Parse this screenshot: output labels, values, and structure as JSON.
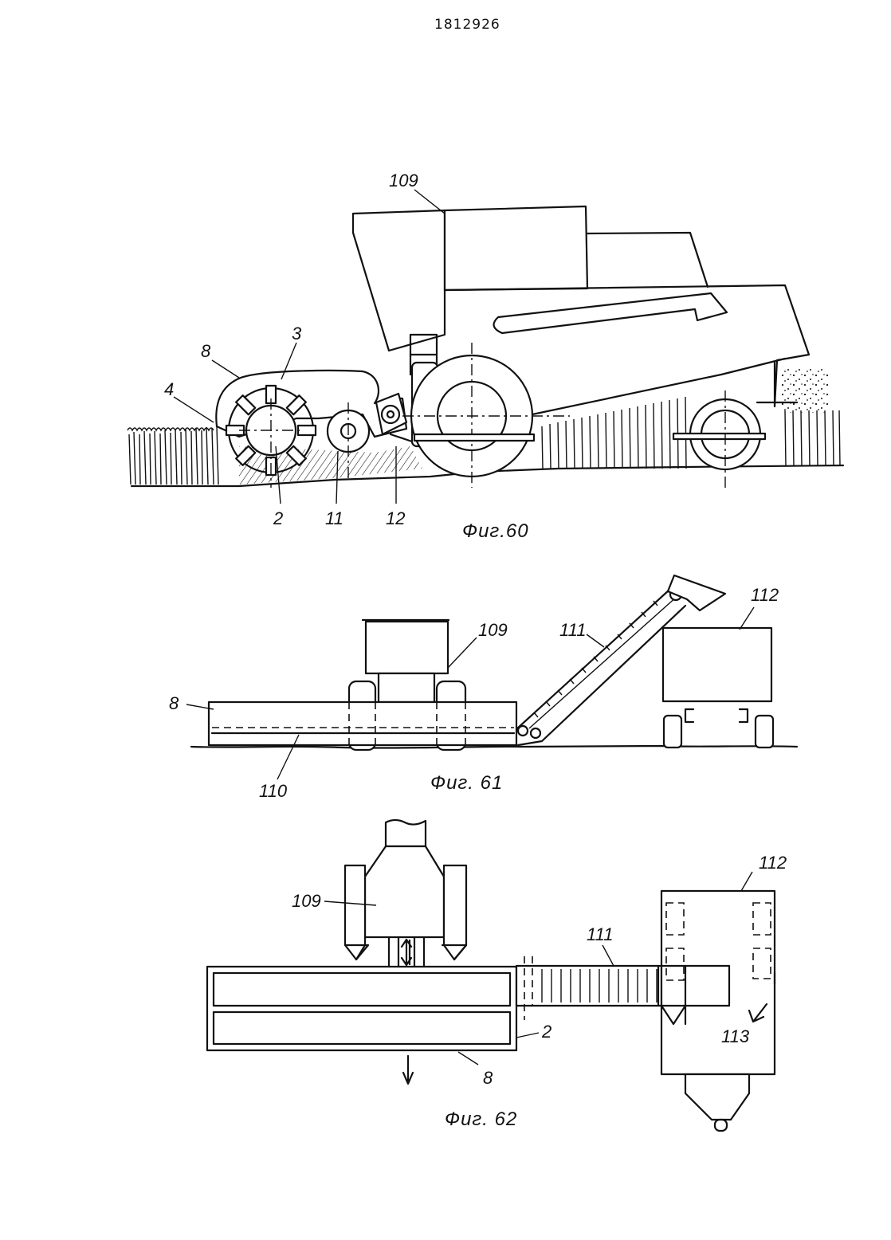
{
  "page_number": "1812926",
  "fig60": {
    "caption": "Фиг.60",
    "labels": {
      "l109": "109",
      "l3": "3",
      "l8": "8",
      "l4": "4",
      "l2": "2",
      "l11": "11",
      "l12": "12"
    }
  },
  "fig61": {
    "caption": "Фиг. 61",
    "labels": {
      "l109": "109",
      "l111": "111",
      "l112": "112",
      "l8": "8",
      "l110": "110"
    }
  },
  "fig62": {
    "caption": "Фиг. 62",
    "labels": {
      "l112": "112",
      "l109": "109",
      "l111": "111",
      "l2": "2",
      "l8": "8",
      "l113": "113"
    }
  }
}
